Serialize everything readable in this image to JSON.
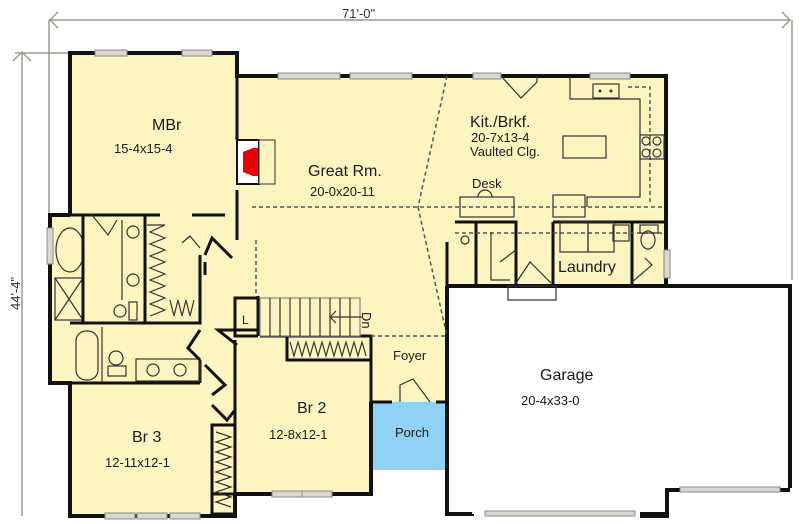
{
  "dimensions": {
    "width": "71'-0\"",
    "depth": "44'-4\""
  },
  "colors": {
    "floor": "#fcf5c0",
    "porch": "#8fd2f5",
    "garage": "#ffffff",
    "fireplace": "#ee0000",
    "wall": "#111111"
  },
  "rooms": {
    "mbr": {
      "name": "MBr",
      "size": "15-4x15-4"
    },
    "great_room": {
      "name": "Great Rm.",
      "size": "20-0x20-11"
    },
    "kitchen": {
      "name": "Kit./Brkf.",
      "size": "20-7x13-4",
      "note": "Vaulted Clg."
    },
    "desk": {
      "name": "Desk"
    },
    "laundry": {
      "name": "Laundry"
    },
    "linen": {
      "name": "L"
    },
    "stairs": {
      "label": "Dn"
    },
    "foyer": {
      "name": "Foyer"
    },
    "garage": {
      "name": "Garage",
      "size": "20-4x33-0"
    },
    "br2": {
      "name": "Br 2",
      "size": "12-8x12-1"
    },
    "br3": {
      "name": "Br 3",
      "size": "12-11x12-1"
    },
    "porch": {
      "name": "Porch"
    }
  }
}
